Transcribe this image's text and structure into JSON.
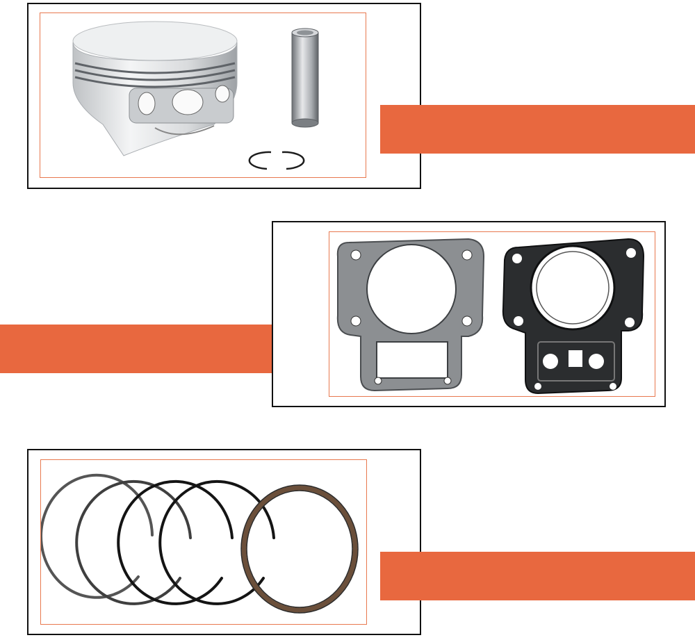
{
  "colors": {
    "accent": "#e8683f",
    "frame": "#111111",
    "inner_frame": "#e8784e"
  },
  "sections": [
    {
      "name": "piston-kit-section",
      "parts": [
        "piston-icon",
        "wrist-pin-icon",
        "circlip-icon"
      ]
    },
    {
      "name": "gasket-section",
      "parts": [
        "cylinder-base-gasket-icon",
        "head-gasket-icon"
      ]
    },
    {
      "name": "piston-rings-section",
      "parts": [
        "piston-ring-icon"
      ]
    }
  ]
}
